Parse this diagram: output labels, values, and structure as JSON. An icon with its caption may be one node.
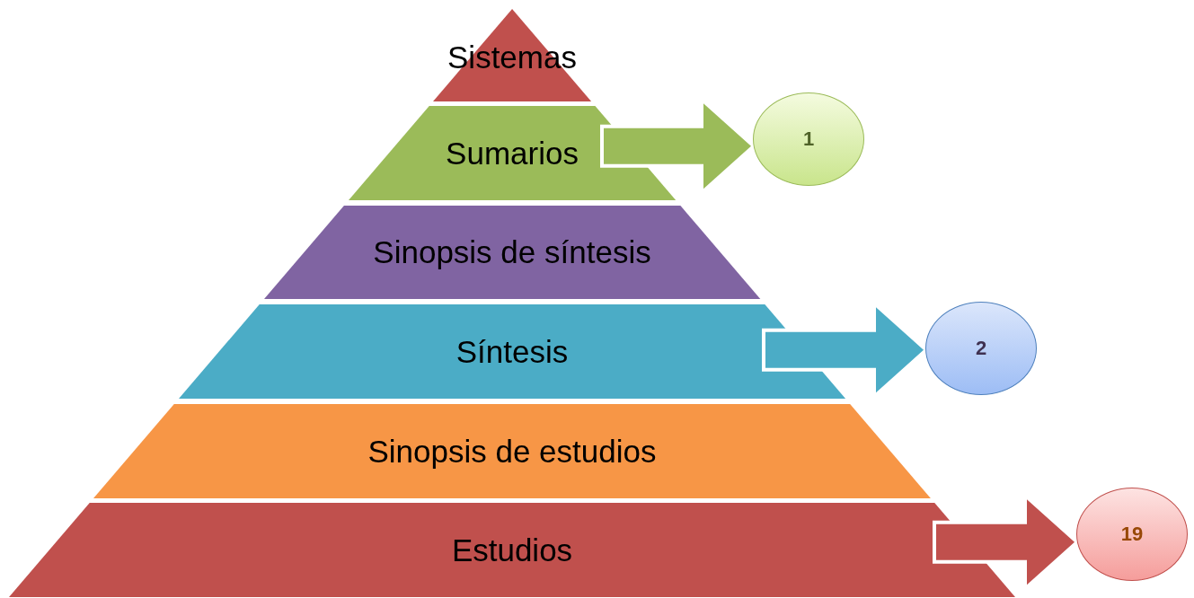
{
  "diagram": {
    "nodes": [
      {
        "text": [
          "Sistemas"
        ]
      },
      {
        "text": [
          "Sumarios"
        ]
      },
      {
        "text": [
          "Sinopsis de síntesis"
        ]
      },
      {
        "text": [
          "Síntesis"
        ]
      },
      {
        "text": [
          "Sinopsis de estudios"
        ]
      },
      {
        "text": [
          "Estudios"
        ]
      },
      {
        "text": [
          "1"
        ]
      },
      {
        "text": [
          "2"
        ]
      },
      {
        "text": [
          "19"
        ]
      }
    ],
    "edges": [
      {
        "from": 1,
        "to": 6,
        "arrow": "to",
        "style": "thick",
        "color": "#9bbb59"
      },
      {
        "from": 3,
        "to": 7,
        "arrow": "to",
        "style": "thick",
        "color": "#4bacc6"
      },
      {
        "from": 5,
        "to": 8,
        "arrow": "to",
        "style": "thick",
        "color": "#c0504d"
      }
    ]
  }
}
